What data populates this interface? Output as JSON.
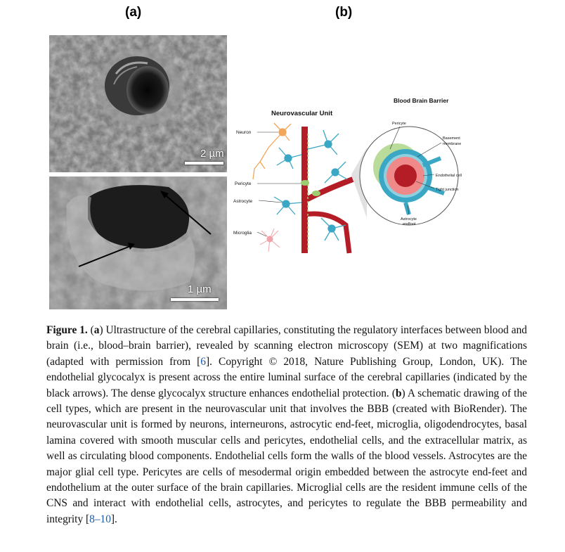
{
  "panels": {
    "a_label": "(a)",
    "b_label": "(b)"
  },
  "sem_top": {
    "scale_label": "2 µm"
  },
  "sem_bottom": {
    "scale_label": "1 µm"
  },
  "schematic": {
    "nvu_title": "Neurovascular Unit",
    "labels": {
      "neuron": "Neuron",
      "pericyte": "Pericyte",
      "astrocyte": "Astrocyte",
      "microglia": "Microglia"
    },
    "bbb_title": "Blood Brain Barrier",
    "bbb_labels": {
      "pericyte": "Pericyte",
      "basement": "Basement",
      "membrane": "membrane",
      "endothelial": "Endothelial cell",
      "tight": "Tight junction",
      "astrocyte": "Astrocyte",
      "endfoot": "endfoot"
    },
    "colors": {
      "vessel": "#b51d26",
      "neuron": "#f2a65a",
      "astrocyte": "#3aa7c4",
      "pericyte": "#9ccd6f",
      "microglia": "#f0a3a8",
      "endothelial": "#f08a8a"
    }
  },
  "caption": {
    "title": "Figure 1.",
    "p1": " (",
    "a": "a",
    "p2": ") Ultrastructure of the cerebral capillaries, constituting the regulatory interfaces between blood and brain (i.e., blood–brain barrier), revealed by scanning electron microscopy (SEM) at two magnifications (adapted with permission from [",
    "ref6": "6",
    "p3": "]. Copyright © 2018, Nature Publishing Group, London, UK). The endothelial glycocalyx is present across the entire luminal surface of the cerebral capillaries (indicated by the black arrows). The dense glycocalyx structure enhances endothelial protection. (",
    "b": "b",
    "p4": ") A schematic drawing of the cell types, which are present in the neurovascular unit that involves the BBB (created with BioRender). The neurovascular unit is formed by neurons, interneurons, astrocytic end-feet, microglia, oligodendrocytes, basal lamina covered with smooth muscular cells and pericytes, endothelial cells, and the extracellular matrix, as well as circulating blood components. Endothelial cells form the walls of the blood vessels. Astrocytes are the major glial cell type. Pericytes are cells of mesodermal origin embedded between the astrocyte end-feet and endothelium at the outer surface of the brain capillaries. Microglial cells are the resident immune cells of the CNS and interact with endothelial cells, astrocytes, and pericytes to regulate the BBB permeability and integrity [",
    "ref810": "8–10",
    "p5": "]."
  }
}
